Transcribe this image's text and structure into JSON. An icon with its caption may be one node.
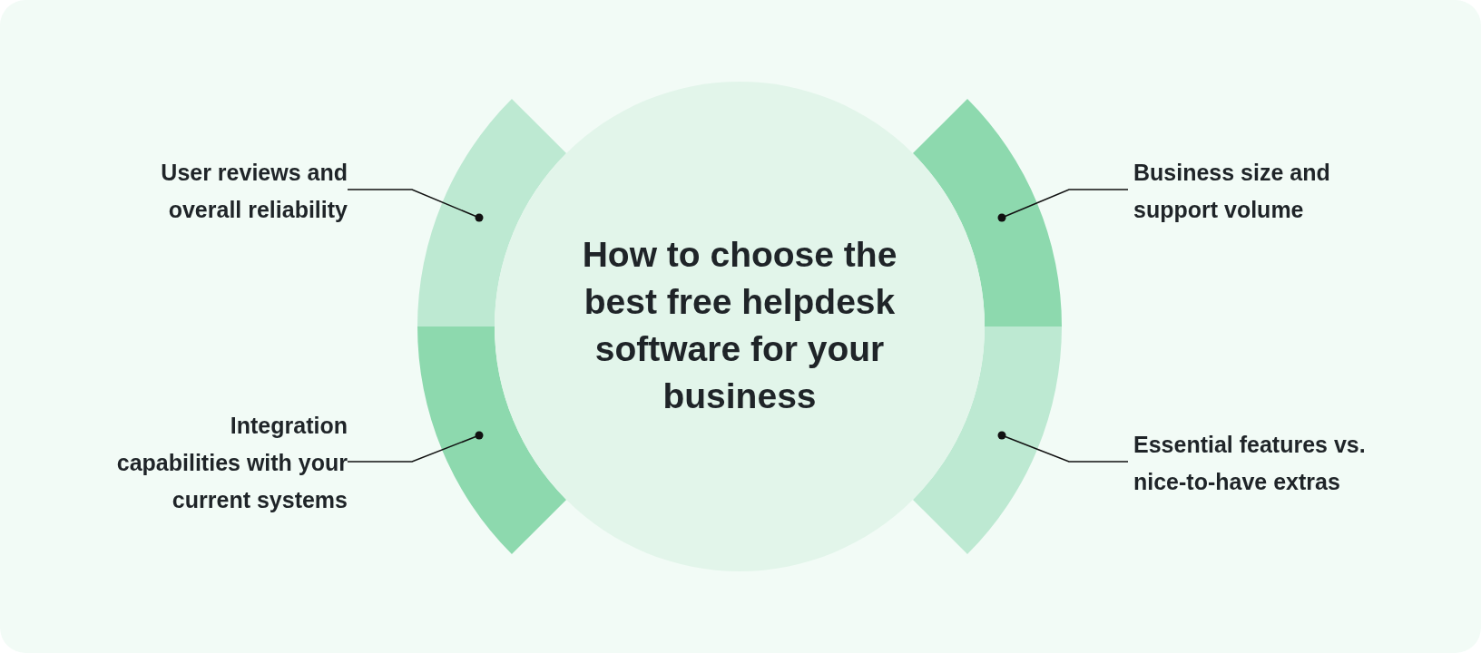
{
  "diagram": {
    "nodes": [
      {
        "text": [
          "How to choose the best free helpdesk software for your business"
        ]
      },
      {
        "text": [
          "User reviews and overall reliability"
        ]
      },
      {
        "text": [],
        "shape": "arc"
      },
      {
        "text": [
          "Business size and support volume"
        ]
      },
      {
        "text": [],
        "shape": "arc"
      },
      {
        "text": [
          "Integration capabilities with your current systems"
        ]
      },
      {
        "text": [],
        "shape": "arc"
      },
      {
        "text": [
          "Essential features vs. nice-to-have extras"
        ]
      },
      {
        "text": [],
        "shape": "arc"
      }
    ],
    "edges": [
      {
        "from": 1,
        "to": 2,
        "arrow": "other"
      },
      {
        "from": 3,
        "to": 4,
        "arrow": "other"
      },
      {
        "from": 5,
        "to": 6,
        "arrow": "other"
      },
      {
        "from": 7,
        "to": 8,
        "arrow": "other"
      }
    ]
  }
}
